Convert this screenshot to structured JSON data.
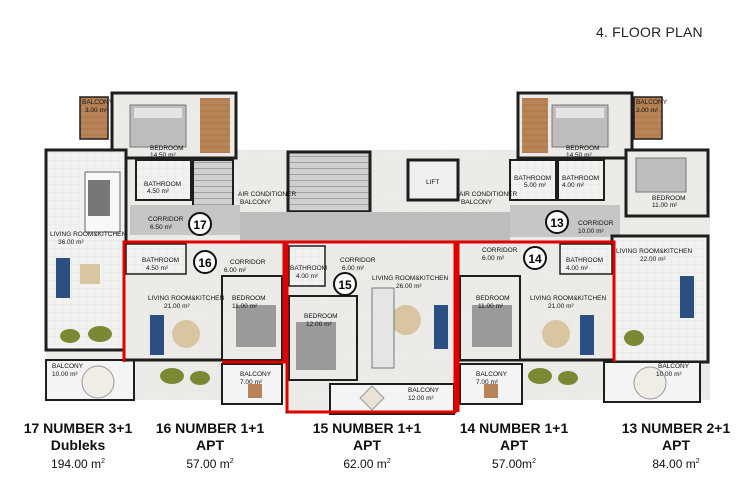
{
  "header": {
    "title": "4. FLOOR PLAN"
  },
  "badges": {
    "b17": "17",
    "b16": "16",
    "b15": "15",
    "b14": "14",
    "b13": "13"
  },
  "rooms": {
    "r17_balcony_top": "BALCONY",
    "r17_balcony_top_a": "3.00 m²",
    "r17_bedroom": "BEDROOM",
    "r17_bedroom_a": "14.50 m²",
    "r17_bathroom": "BATHROOM",
    "r17_bathroom_a": "4.50 m²",
    "r17_corridor": "CORRIDOR",
    "r17_corridor_a": "6.50 m²",
    "r17_living": "LIVING ROOM&KITCHEN",
    "r17_living_a": "36.00 m²",
    "r17_balcony": "BALCONY",
    "r17_balcony_a": "10.00 m²",
    "air_cond_left": "AIR CONDITIONER",
    "air_cond_left_b": "BALCONY",
    "lift": "LIFT",
    "air_cond_right": "AIR CONDITIONER",
    "air_cond_right_b": "BALCONY",
    "r13_balcony_top": "BALCONY",
    "r13_balcony_top_a": "3.00 m²",
    "r13_bedroom": "BEDROOM",
    "r13_bedroom_a": "14.50 m²",
    "r13_bathroom1": "BATHROOM",
    "r13_bathroom1_a": "5.00 m²",
    "r13_bathroom2": "BATHROOM",
    "r13_bathroom2_a": "4.00 m²",
    "r13_bedroom2": "BEDROOM",
    "r13_bedroom2_a": "11.00 m²",
    "r13_corridor": "CORRIDOR",
    "r13_corridor_a": "10.00 m²",
    "r13_living": "LIVING ROOM&KITCHEN",
    "r13_living_a": "22.00 m²",
    "r13_balcony": "BALCONY",
    "r13_balcony_a": "10.00 m²",
    "r16_bathroom": "BATHROOM",
    "r16_bathroom_a": "4.50 m²",
    "r16_corridor": "CORRIDOR",
    "r16_corridor_a": "6.00 m²",
    "r16_living": "LIVING ROOM&KITCHEN",
    "r16_living_a": "21.00 m²",
    "r16_bedroom": "BEDROOM",
    "r16_bedroom_a": "11.00 m²",
    "r16_balcony": "BALCONY",
    "r16_balcony_a": "7.00 m²",
    "r15_bathroom": "BATHROOM",
    "r15_bathroom_a": "4.00 m²",
    "r15_corridor": "CORRIDOR",
    "r15_corridor_a": "6.00 m²",
    "r15_living": "LIVING ROOM&KITCHEN",
    "r15_living_a": "26.00 m²",
    "r15_bedroom": "BEDROOM",
    "r15_bedroom_a": "12.00 m²",
    "r15_balcony": "BALCONY",
    "r15_balcony_a": "12.00 m²",
    "r14_corridor": "CORRIDOR",
    "r14_corridor_a": "6.00 m²",
    "r14_bathroom": "BATHROOM",
    "r14_bathroom_a": "4.00 m²",
    "r14_bedroom": "BEDROOM",
    "r14_bedroom_a": "11.00 m²",
    "r14_living": "LIVING ROOM&KITCHEN",
    "r14_living_a": "21.00 m²",
    "r14_balcony": "BALCONY",
    "r14_balcony_a": "7.00 m²"
  },
  "units": [
    {
      "line1": "17 NUMBER 3+1",
      "line2": "Dubleks",
      "area": "194.00 m",
      "sup": "2"
    },
    {
      "line1": "16 NUMBER 1+1",
      "line2": "APT",
      "area": "57.00 m",
      "sup": "2"
    },
    {
      "line1": "15 NUMBER 1+1",
      "line2": "APT",
      "area": "62.00 m",
      "sup": "2"
    },
    {
      "line1": "14 NUMBER 1+1",
      "line2": "APT",
      "area": "57.00m",
      "sup": "2"
    },
    {
      "line1": "13 NUMBER 2+1",
      "line2": "APT",
      "area": "84.00 m",
      "sup": "2"
    }
  ],
  "colors": {
    "wall": "#1e1e1e",
    "floor": "#e9e7e3",
    "corridor": "#bdbdbd",
    "tile": "#f3f3f1",
    "wood": "#b07a4a",
    "highlight": "#e10000",
    "badge_ring": "#111111",
    "sofa_blue": "#2a4f80",
    "plant": "#7a8a34",
    "bed": "#9a9a9a"
  }
}
